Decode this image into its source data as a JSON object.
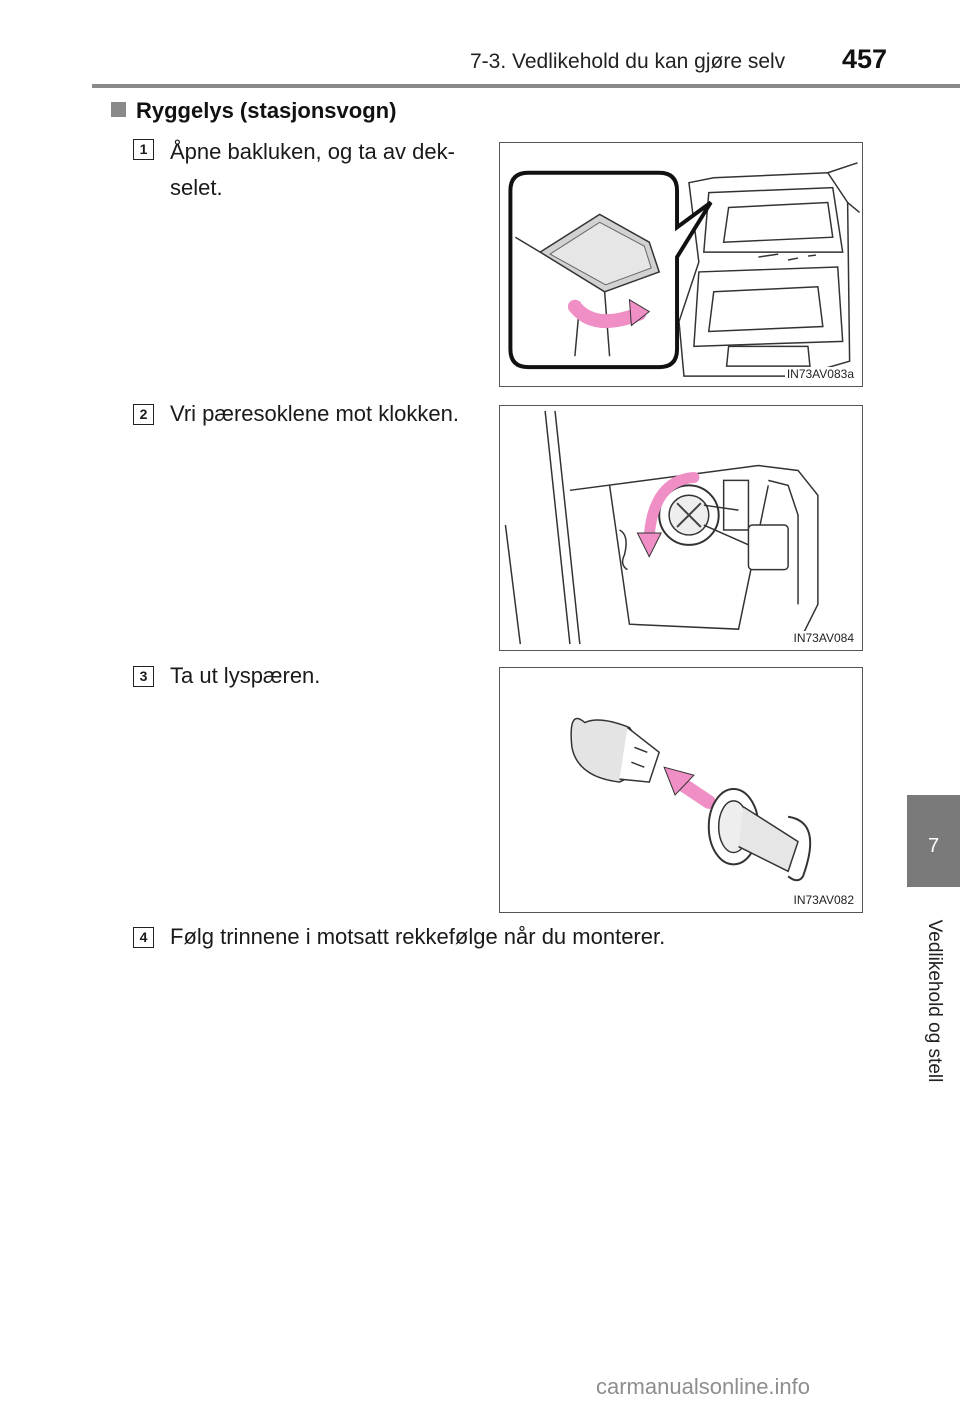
{
  "header": {
    "section": "7-3. Vedlikehold du kan gjøre selv",
    "page_number": "457"
  },
  "side_tab": {
    "chapter_number": "7",
    "chapter_title": "Vedlikehold og stell"
  },
  "section": {
    "heading": "Ryggelys (stasjonsvogn)"
  },
  "steps": [
    {
      "number": "1",
      "text_line1": "Åpne bakluken, og ta av dek-",
      "text_line2": "selet.",
      "figure_code": "IN73AV083a"
    },
    {
      "number": "2",
      "text": "Vri pæresoklene mot klokken.",
      "figure_code": "IN73AV084"
    },
    {
      "number": "3",
      "text": "Ta ut lyspæren.",
      "figure_code": "IN73AV082"
    },
    {
      "number": "4",
      "text": "Følg trinnene i motsatt rekkefølge når du monterer."
    }
  ],
  "footer": {
    "watermark": "carmanualsonline.info"
  },
  "colors": {
    "rule_gray": "#8a8a8a",
    "tab_gray": "#7a7a7a",
    "arrow_pink": "#f08fc6"
  }
}
